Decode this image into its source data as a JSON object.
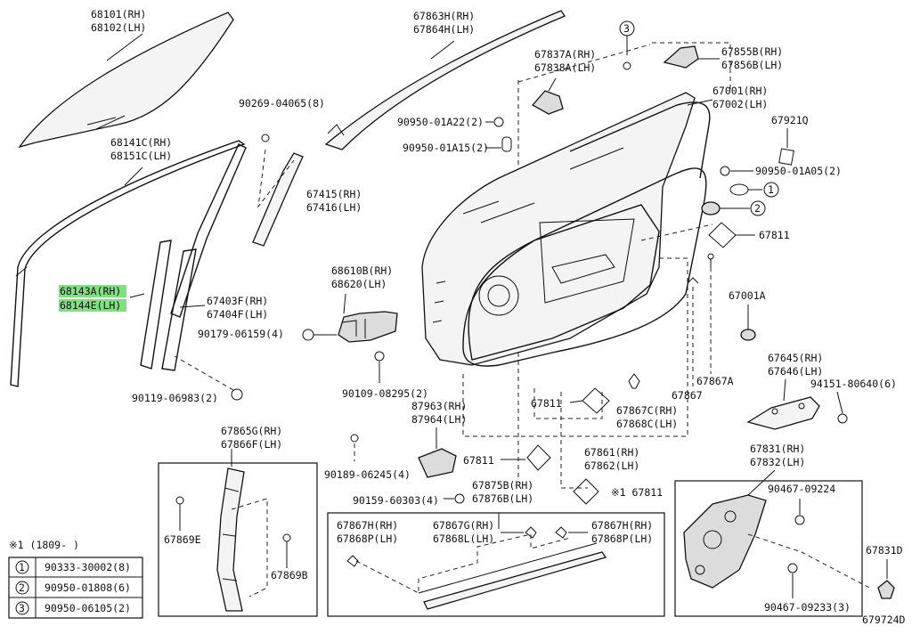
{
  "diagram_id": "679724D",
  "footnote": {
    "header": "※1 (1809-     )",
    "rows": [
      {
        "num": "1",
        "part": "90333-30002(8)"
      },
      {
        "num": "2",
        "part": "90950-01808(6)"
      },
      {
        "num": "3",
        "part": "90950-06105(2)"
      }
    ]
  },
  "labels": {
    "l68101": "68101(RH)",
    "l68102": "68102(LH)",
    "l67863": "67863H(RH)",
    "l67864": "67864H(LH)",
    "l67837": "67837A(RH)",
    "l67838": "67838A(LH)",
    "l67855": "67855B(RH)",
    "l67856": "67856B(LH)",
    "l67001": "67001(RH)",
    "l67002": "67002(LH)",
    "l67921": "67921Q",
    "l90950_01a22": "90950-01A22(2)",
    "l90950_01a15": "90950-01A15(2)",
    "l90950_01a05": "90950-01A05(2)",
    "l90269": "90269-04065(8)",
    "l68141": "68141C(RH)",
    "l68151": "68151C(LH)",
    "l67415": "67415(RH)",
    "l67416": "67416(LH)",
    "l67811a": "67811",
    "l68143": "68143A(RH)",
    "l68144": "68144E(LH)",
    "l68610": "68610B(RH)",
    "l68620": "68620(LH)",
    "l67403": "67403F(RH)",
    "l67404": "67404F(LH)",
    "l90179": "90179-06159(4)",
    "l67001a": "67001A",
    "l67645": "67645(RH)",
    "l67646": "67646(LH)",
    "l94151": "94151-80640(6)",
    "l90119": "90119-06983(2)",
    "l90109": "90109-08295(2)",
    "l87963": "87963(RH)",
    "l87964": "87964(LH)",
    "l67811b": "67811",
    "l67867c": "67867C(RH)",
    "l67868c": "67868C(LH)",
    "l67867": "67867",
    "l67867a": "67867A",
    "l67865": "67865G(RH)",
    "l67866": "67866F(LH)",
    "l90189": "90189-06245(4)",
    "l67811c": "67811",
    "l67861": "67861(RH)",
    "l67862": "67862(LH)",
    "l67831": "67831(RH)",
    "l67832": "67832(LH)",
    "l90159": "90159-60303(4)",
    "l67875": "67875B(RH)",
    "l67876": "67876B(LH)",
    "l67811d": "※1 67811",
    "l90467a": "90467-09224",
    "l67869e": "67869E",
    "l67869b": "67869B",
    "l67867h1": "67867H(RH)",
    "l67868p1": "67868P(LH)",
    "l67867g": "67867G(RH)",
    "l67868l": "67868L(LH)",
    "l67867h2": "67867H(RH)",
    "l67868p2": "67868P(LH)",
    "l67831d": "67831D",
    "l90467b": "90467-09233(3)",
    "c1": "1",
    "c2": "2",
    "c3": "3"
  }
}
